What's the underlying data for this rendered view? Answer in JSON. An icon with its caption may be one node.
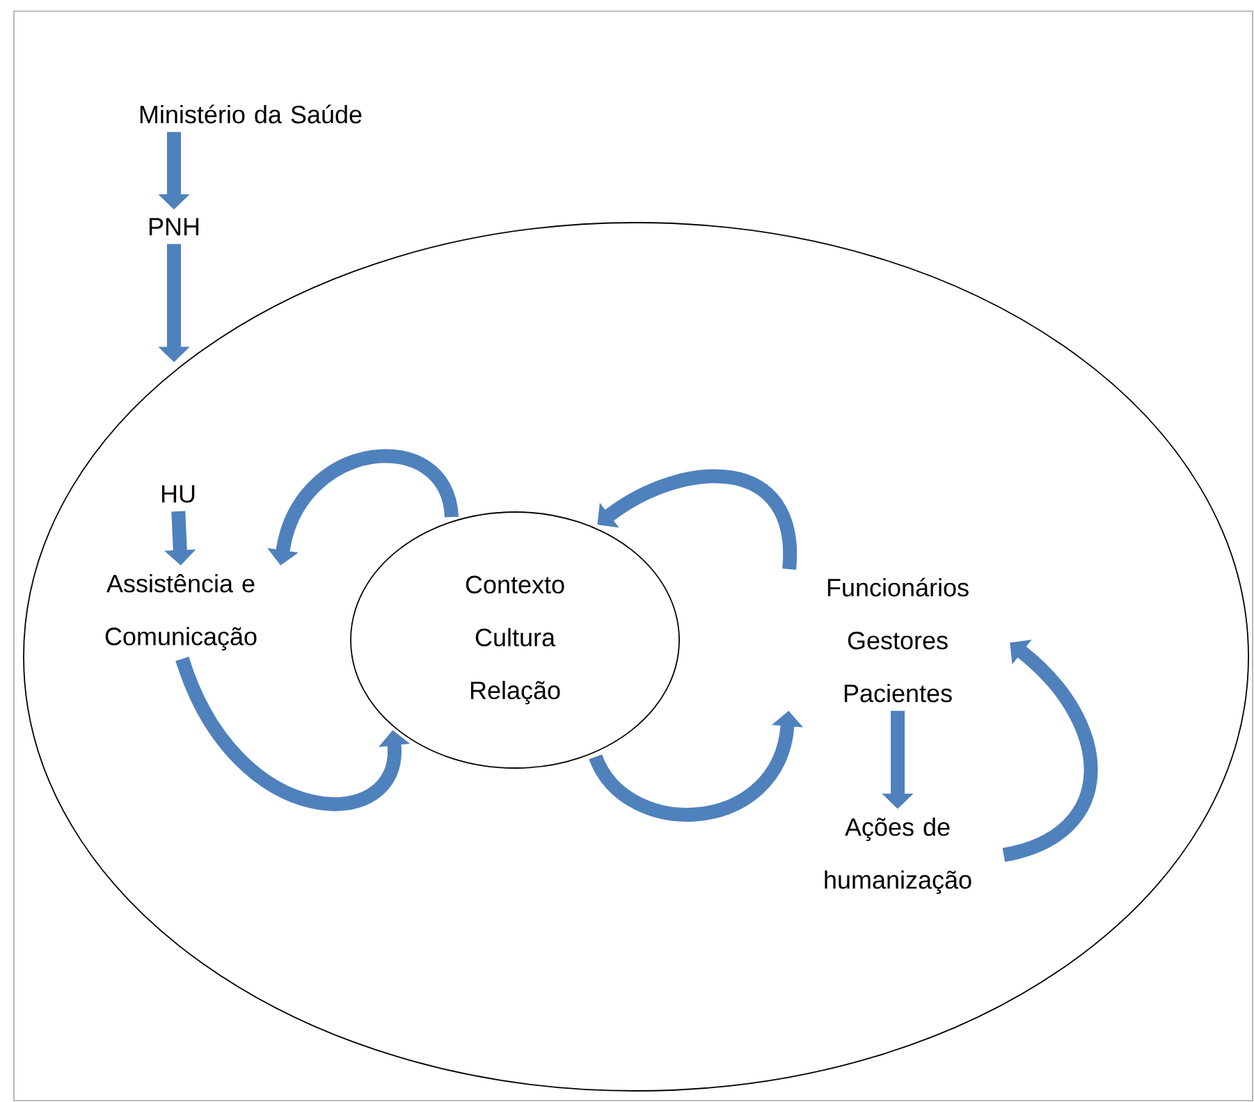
{
  "diagram": {
    "nodes": [
      {
        "text": [
          "Ministério da Saúde"
        ]
      },
      {
        "text": [
          "PNH"
        ]
      },
      {
        "text": [],
        "shape": "ellipse"
      },
      {
        "text": [
          "HU"
        ],
        "in": 2
      },
      {
        "text": [
          "Assistência e Comunicação"
        ],
        "in": 2
      },
      {
        "text": [
          "Contexto Cultura Relação"
        ],
        "in": 2
      },
      {
        "text": [
          "Funcionários Gestores Pacientes"
        ],
        "in": 2
      },
      {
        "text": [
          "Ações de humanização"
        ],
        "in": 2
      }
    ],
    "edges": [
      {
        "from": 0,
        "to": 1,
        "arrow": "to"
      },
      {
        "from": 1,
        "to": 2,
        "arrow": "to"
      },
      {
        "from": 3,
        "to": 4,
        "arrow": "to"
      },
      {
        "from": 5,
        "to": 4,
        "arrow": "to"
      },
      {
        "from": 4,
        "to": 5,
        "arrow": "to"
      },
      {
        "from": 6,
        "to": 5,
        "arrow": "to"
      },
      {
        "from": 5,
        "to": 6,
        "arrow": "to"
      },
      {
        "from": 6,
        "to": 7,
        "arrow": "to"
      },
      {
        "from": 7,
        "to": 6,
        "arrow": "to"
      }
    ]
  }
}
